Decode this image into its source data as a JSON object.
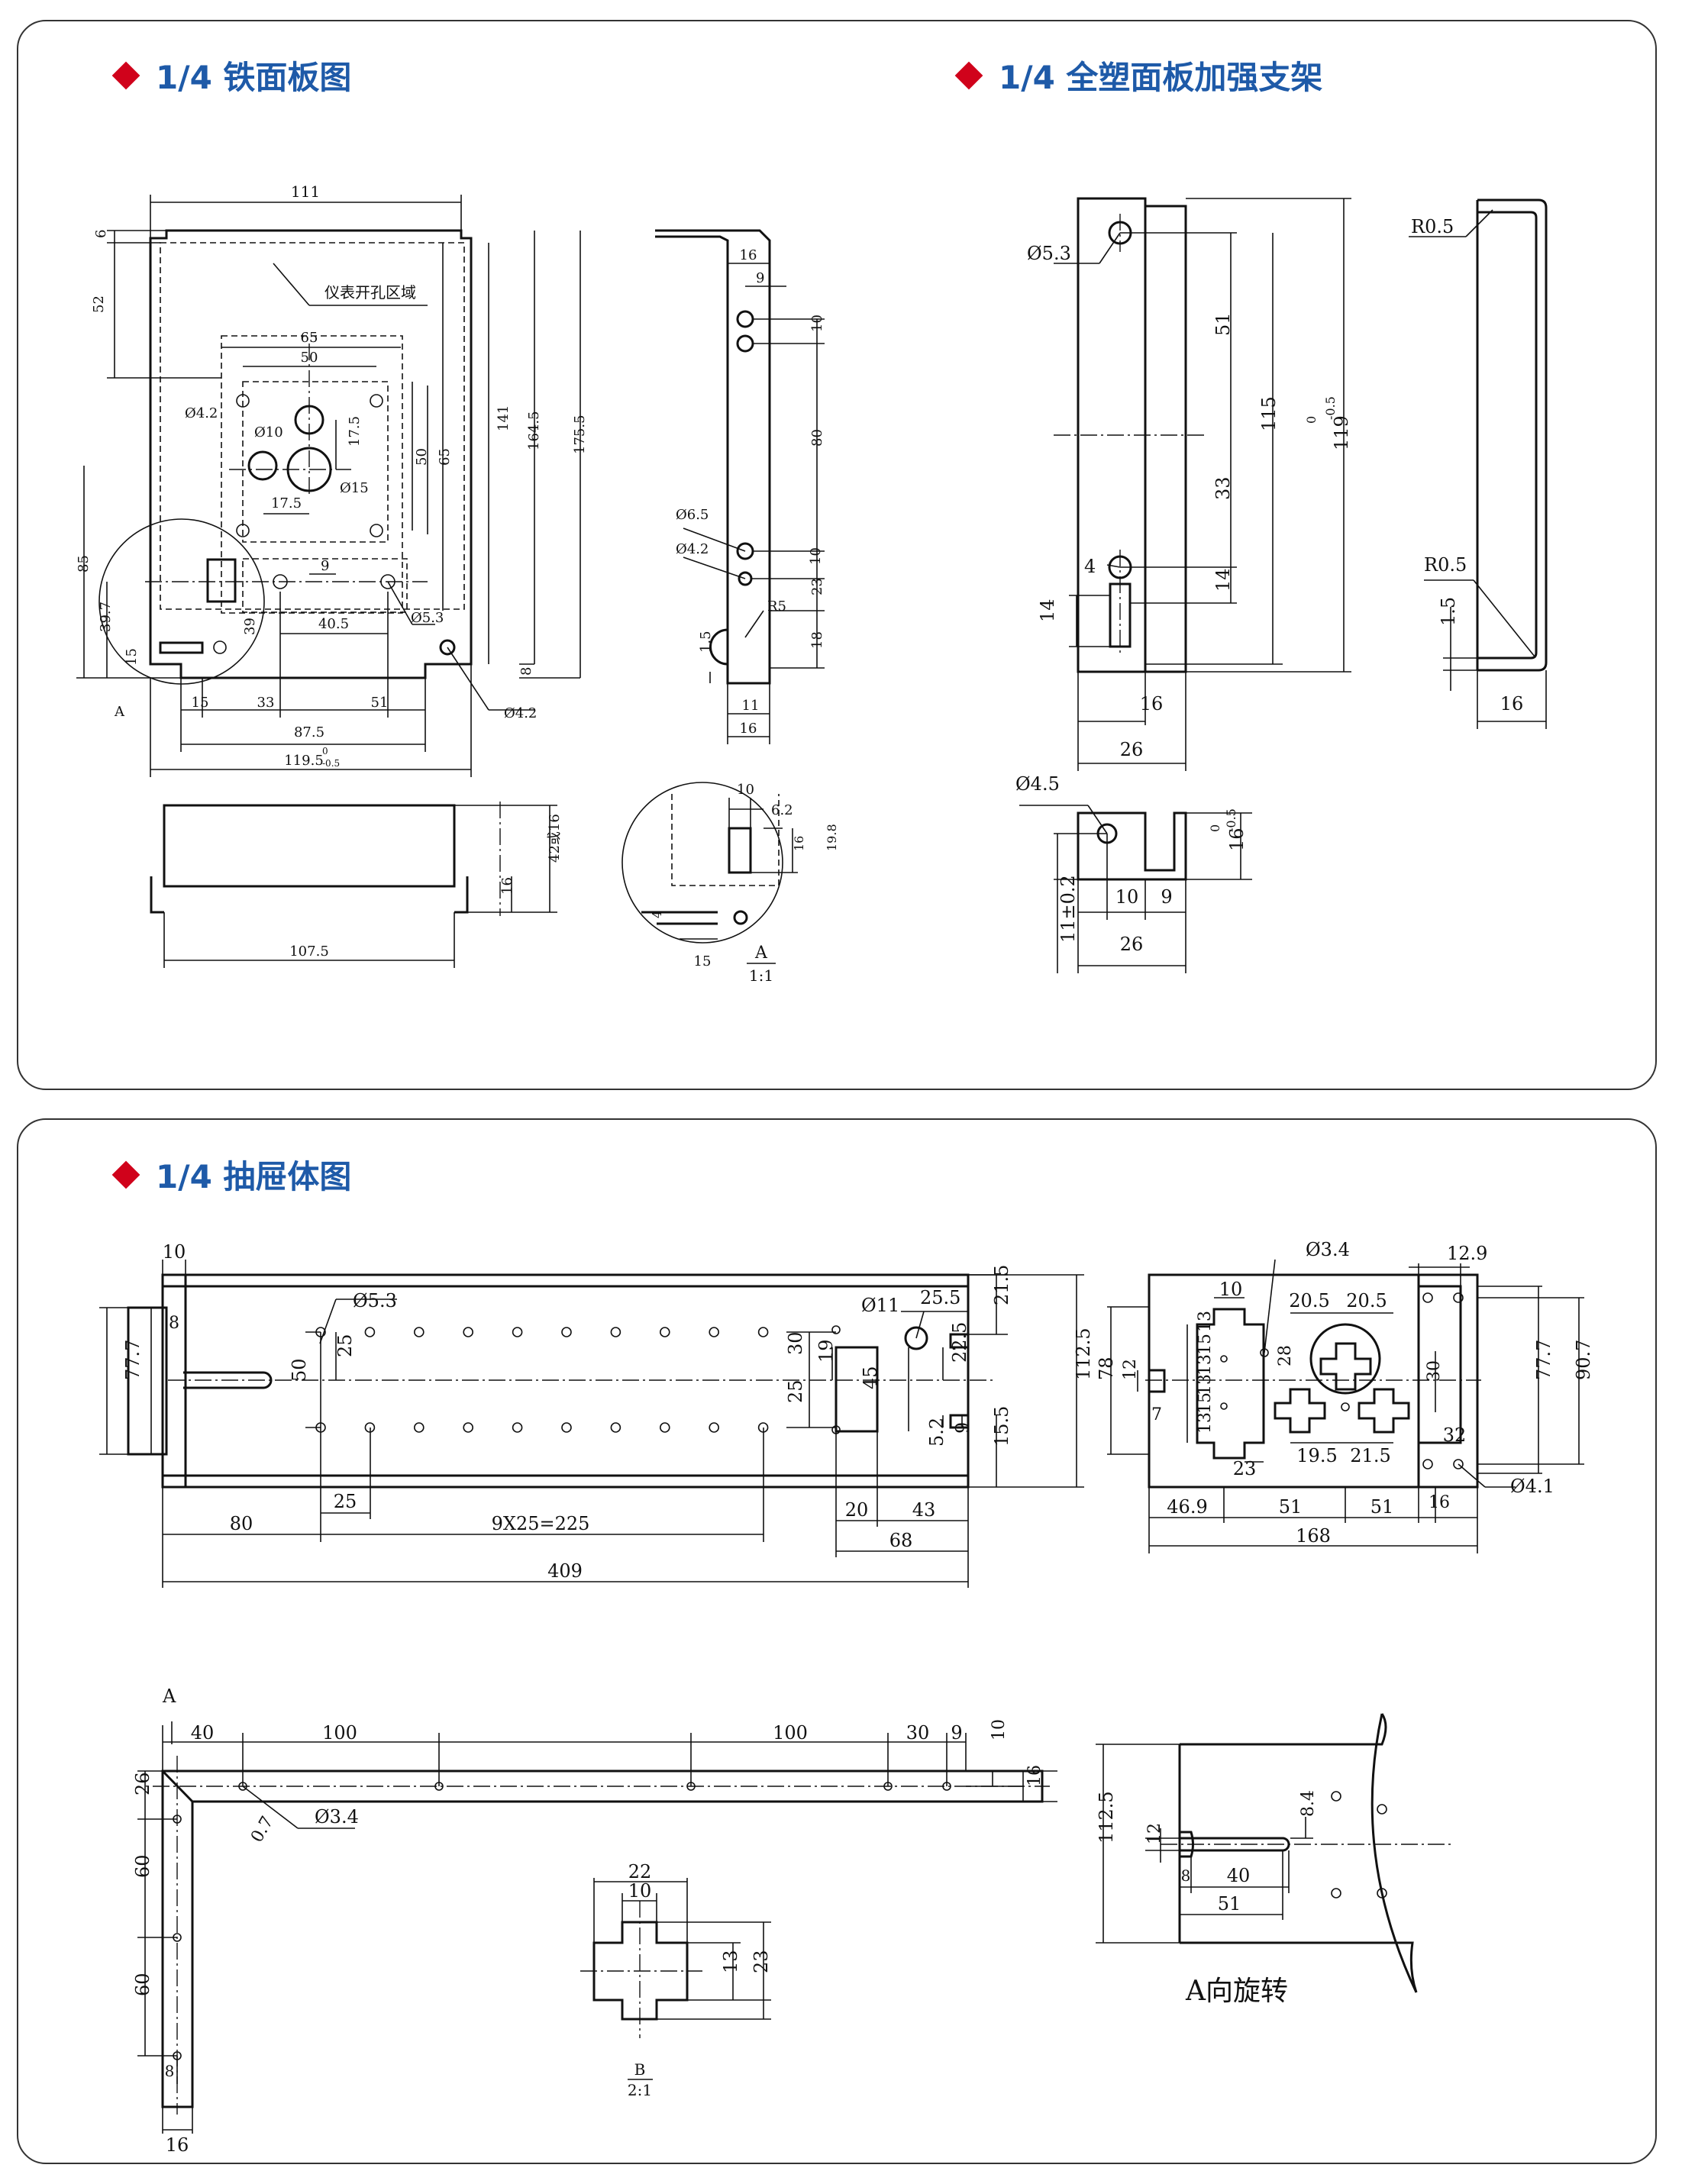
{
  "sections": {
    "iron_panel_title": "1/4 铁面板图",
    "bracket_title": "1/4 全塑面板加强支架",
    "drawer_title": "1/4 抽屉体图"
  },
  "iron_panel": {
    "width": "111",
    "meter_area_label": "仪表开孔区域",
    "d6": "6",
    "d52": "52",
    "d65": "65",
    "d50": "50",
    "hole_42": "Ø4.2",
    "hole_10": "Ø10",
    "hole_15": "Ø15",
    "d17_5_v": "17.5",
    "d17_5_h": "17.5",
    "d50_v": "50",
    "d65_v": "65",
    "d141": "141",
    "d164_5": "164.5",
    "d175_5": "175.5",
    "d85": "85",
    "d9": "9",
    "d40_5": "40.5",
    "hole_53": "Ø5.3",
    "d39_7": "39.7",
    "d39": "39",
    "d15_v": "15",
    "d8": "8",
    "d15": "15",
    "d33": "33",
    "d51": "51",
    "hole_42_b": "Ø4.2",
    "d87_5": "87.5",
    "d119_5": "119.5",
    "tol_top": "0",
    "tol_bottom": "-0.5",
    "label_a": "A",
    "side_107_5": "107.5",
    "side_42_16": "42或16",
    "side_16": "16"
  },
  "side_profile": {
    "d16_top": "16",
    "d9": "9",
    "d10_a": "10",
    "d80": "80",
    "hole_65": "Ø6.5",
    "hole_42": "Ø4.2",
    "d10_b": "10",
    "r5": "R5",
    "d23": "23",
    "d18": "18",
    "d1_5": "1.5",
    "d11": "11",
    "d16_bottom": "16"
  },
  "detail_a": {
    "d10": "10",
    "d6_2": "6.2",
    "d16": "16",
    "d19_8": "19.8",
    "d4": "4",
    "d15": "15",
    "label": "A",
    "scale": "1:1"
  },
  "bracket": {
    "hole_53": "Ø5.3",
    "d51": "51",
    "d115": "115",
    "d119": "119",
    "tol_top": "0",
    "tol_bottom": "-0.5",
    "d33": "33",
    "d4": "4",
    "d14_inner": "14",
    "d14_left": "14",
    "d16": "16",
    "d26": "26",
    "r05_top": "R0.5",
    "r05_bottom": "R0.5",
    "d1_5": "1.5",
    "d16_side": "16",
    "hole_45": "Ø4.5",
    "d10": "10",
    "d9": "9",
    "d16_v": "16",
    "d16_tol_top": "0",
    "d16_tol_bottom": "-0.5",
    "d11": "11±0.2",
    "d26_b": "26"
  },
  "drawer_top": {
    "d10": "10",
    "d8": "8",
    "d77_7": "77.7",
    "hole_53": "Ø5.3",
    "d25_v": "25",
    "d50": "50",
    "hole_11": "Ø11",
    "d25_5": "25.5",
    "d21_5": "21.5",
    "d30": "30",
    "d19": "19",
    "d45": "45",
    "d22_5": "22.5",
    "d25_v2": "25",
    "d5_2": "5.2",
    "d9": "9",
    "d15_5": "15.5",
    "d112_5": "112.5",
    "d25": "25",
    "d80": "80",
    "d225": "9X25=225",
    "d20": "20",
    "d43": "43",
    "d68": "68",
    "d409": "409"
  },
  "drawer_end": {
    "hole_34": "Ø3.4",
    "d12_9": "12.9",
    "d10": "10",
    "d20_5_a": "20.5",
    "d20_5_b": "20.5",
    "d13_a": "13",
    "d15_a": "15",
    "d13_b": "13",
    "d28": "28",
    "d13_c": "13",
    "d15_b": "15",
    "d13_d": "13",
    "d78": "78",
    "d12": "12",
    "d7": "7",
    "d30": "30",
    "d77_7": "77.7",
    "d90_7": "90.7",
    "d32": "32",
    "d23": "23",
    "d19_5": "19.5",
    "d21_5": "21.5",
    "hole_41": "Ø4.1",
    "d46_9": "46.9",
    "d51_a": "51",
    "d51_b": "51",
    "d16": "16",
    "d168": "168"
  },
  "drawer_bottom": {
    "label_a": "A",
    "d40": "40",
    "d100_a": "100",
    "d100_b": "100",
    "d30": "30",
    "d9": "9",
    "d10": "10",
    "d16": "16",
    "d26": "26",
    "d0_7": "0.7",
    "hole_34": "Ø3.4",
    "d60_a": "60",
    "d60_b": "60",
    "d8": "8",
    "d16_b": "16"
  },
  "detail_b": {
    "d22": "22",
    "d10": "10",
    "d13": "13",
    "d23": "23",
    "label": "B",
    "scale": "2:1"
  },
  "rotated_view": {
    "d112_5": "112.5",
    "d12": "12",
    "d8_4": "8.4",
    "d8": "8",
    "d40": "40",
    "d51": "51",
    "caption": "A向旋转"
  }
}
